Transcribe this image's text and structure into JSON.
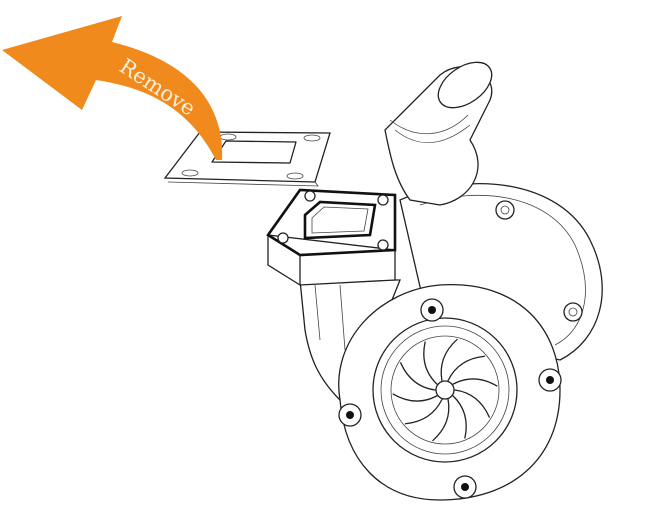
{
  "arrow": {
    "label": "Remove",
    "color": "#f08a1c",
    "text_color": "#fdf0dc"
  },
  "parts": [
    "gasket",
    "turbine-inlet-flange",
    "compressor-housing",
    "compressor-wheel",
    "turbine-housing",
    "compressor-outlet"
  ]
}
